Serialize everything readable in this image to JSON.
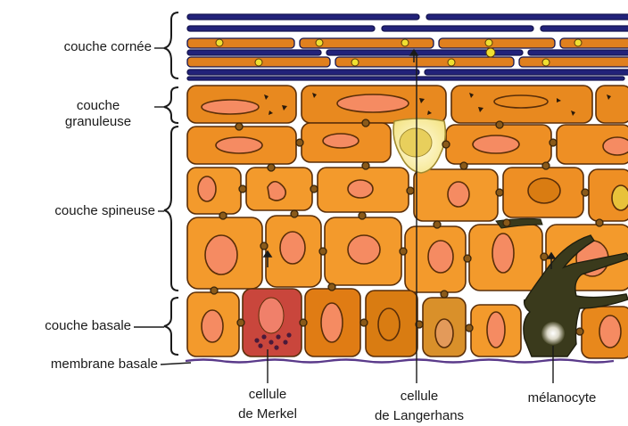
{
  "labels": {
    "couche_cornee": "couche cornée",
    "couche_granuleuse_1": "couche",
    "couche_granuleuse_2": "granuleuse",
    "couche_spineuse": "couche spineuse",
    "couche_basale": "couche basale",
    "membrane_basale": "membrane basale",
    "merkel_1": "cellule",
    "merkel_2": "de Merkel",
    "langerhans_1": "cellule",
    "langerhans_2": "de Langerhans",
    "melanocyte": "mélanocyte"
  },
  "colors": {
    "cell_orange": "#f39a2c",
    "cell_dark": "#d97c12",
    "cell_brown": "#c86a10",
    "nucleus": "#f58b62",
    "cornee_blue": "#20207a",
    "langerhans": "#fbf2b0",
    "merkel": "#c9463c",
    "melanocyte": "#3a3a1c",
    "membrane": "#5a3a8a",
    "outline": "#5a2e08"
  }
}
